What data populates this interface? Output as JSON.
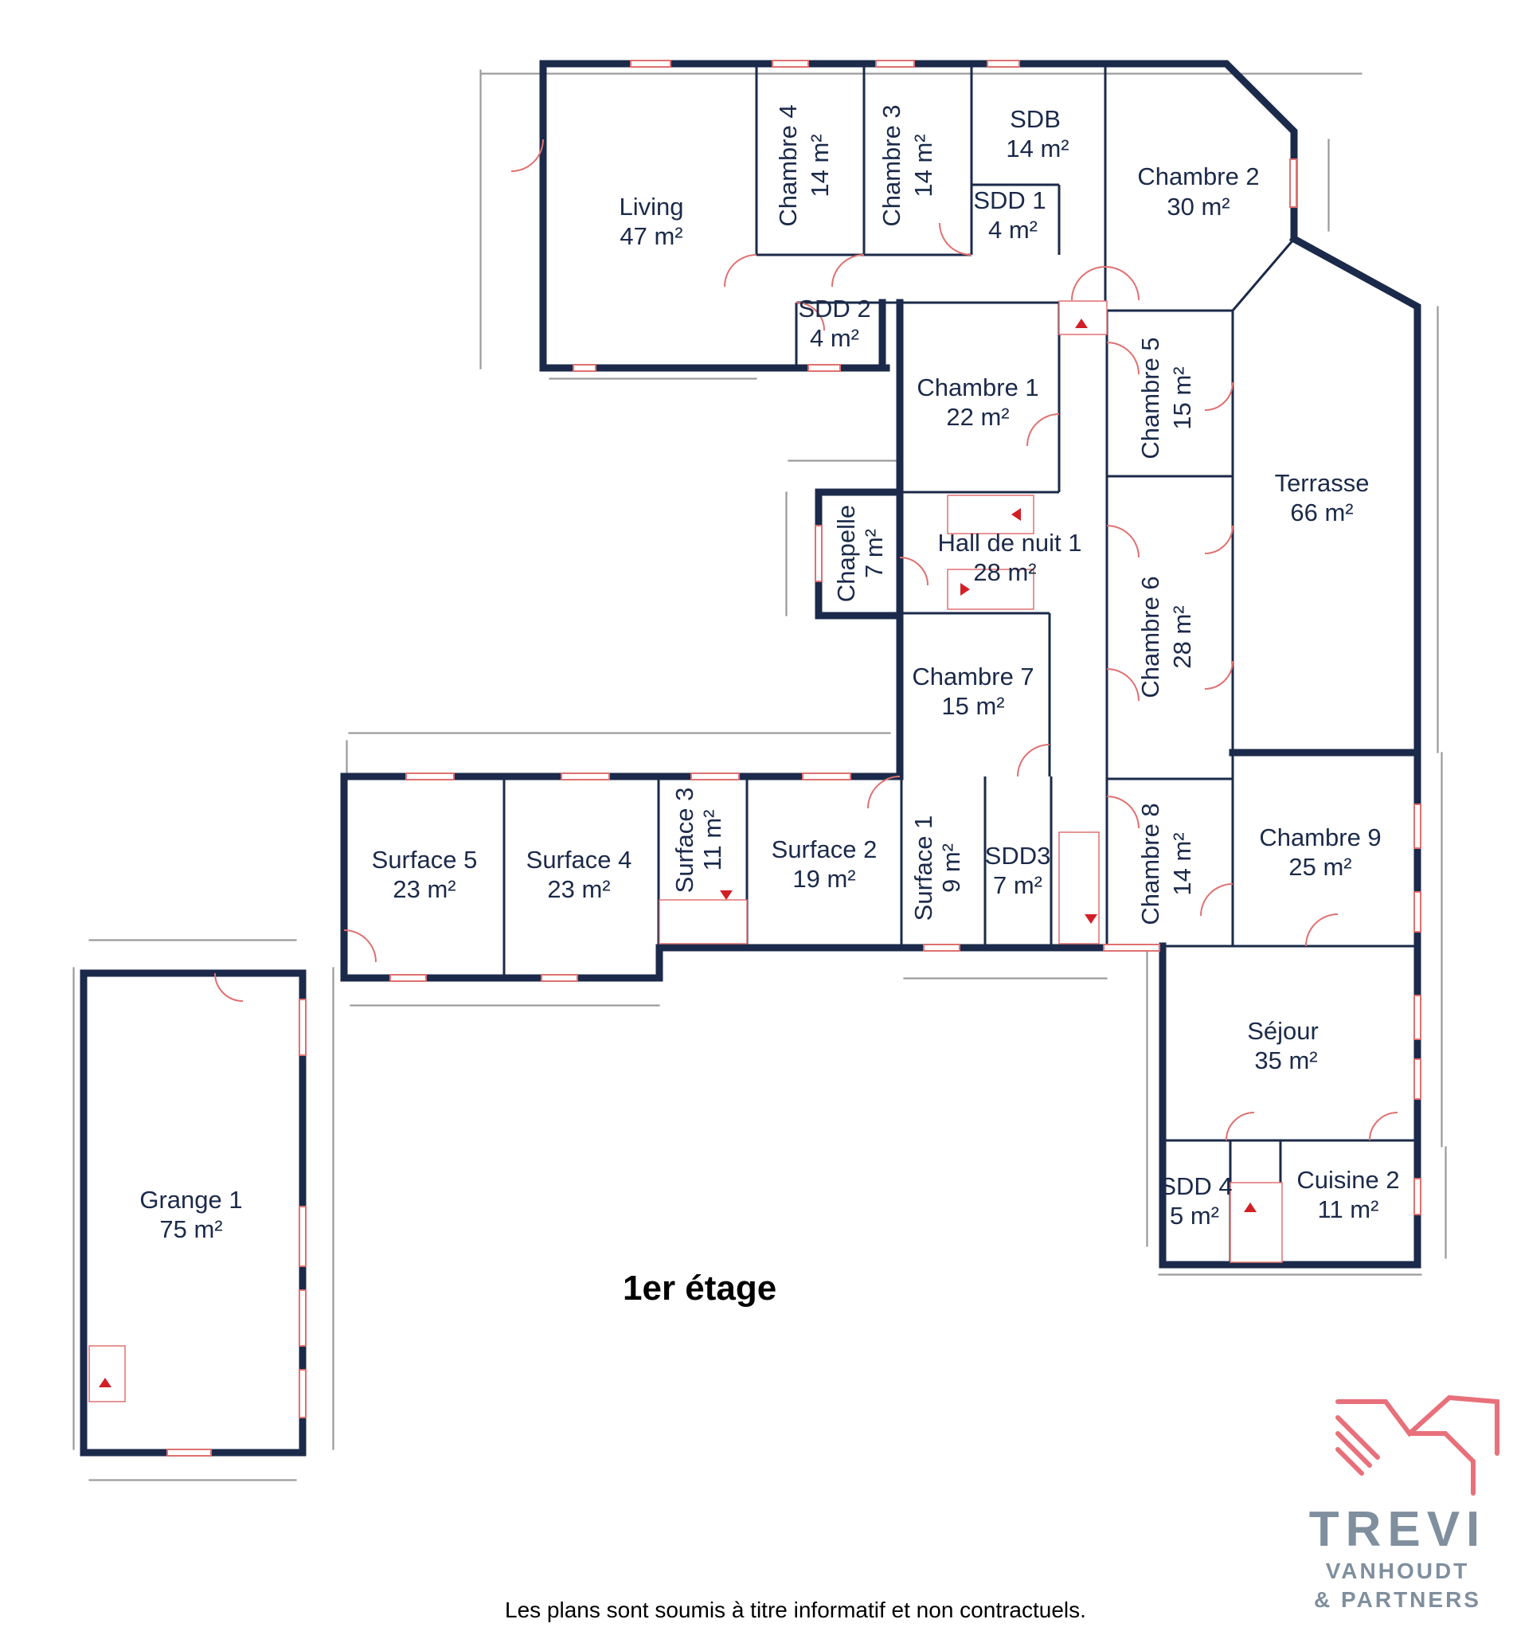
{
  "floor_title": "1er étage",
  "disclaimer": "Les plans sont soumis à titre informatif et non contractuels.",
  "brand": {
    "name": "TREVI",
    "line1": "VANHOUDT",
    "line2": "& PARTNERS",
    "accent_color": "#e8707a",
    "text_color": "#7f8f9e"
  },
  "colors": {
    "wall": "#1b2a4a",
    "fixture": "#e07070",
    "stair_arrow": "#d21f26"
  },
  "rooms": [
    {
      "id": "living",
      "name": "Living",
      "area": "47 m²"
    },
    {
      "id": "chambre4",
      "name": "Chambre 4",
      "area": "14 m²"
    },
    {
      "id": "chambre3",
      "name": "Chambre 3",
      "area": "14 m²"
    },
    {
      "id": "sdb",
      "name": "SDB",
      "area": "14 m²"
    },
    {
      "id": "sdd1",
      "name": "SDD 1",
      "area": "4 m²"
    },
    {
      "id": "chambre2",
      "name": "Chambre 2",
      "area": "30 m²"
    },
    {
      "id": "sdd2",
      "name": "SDD 2",
      "area": "4 m²"
    },
    {
      "id": "chambre1",
      "name": "Chambre 1",
      "area": "22 m²"
    },
    {
      "id": "chambre5",
      "name": "Chambre 5",
      "area": "15 m²"
    },
    {
      "id": "terrasse",
      "name": "Terrasse",
      "area": "66 m²"
    },
    {
      "id": "chapelle",
      "name": "Chapelle",
      "area": "7 m²"
    },
    {
      "id": "halldenuit1",
      "name": "Hall de nuit 1",
      "area": "28 m²"
    },
    {
      "id": "chambre6",
      "name": "Chambre 6",
      "area": "28 m²"
    },
    {
      "id": "chambre7",
      "name": "Chambre 7",
      "area": "15 m²"
    },
    {
      "id": "surface5",
      "name": "Surface 5",
      "area": "23 m²"
    },
    {
      "id": "surface4",
      "name": "Surface 4",
      "area": "23 m²"
    },
    {
      "id": "surface3",
      "name": "Surface 3",
      "area": "11 m²"
    },
    {
      "id": "surface2",
      "name": "Surface 2",
      "area": "19 m²"
    },
    {
      "id": "surface1",
      "name": "Surface 1",
      "area": "9 m²"
    },
    {
      "id": "sdd3",
      "name": "SDD3",
      "area": "7 m²"
    },
    {
      "id": "chambre8",
      "name": "Chambre 8",
      "area": "14 m²"
    },
    {
      "id": "chambre9",
      "name": "Chambre 9",
      "area": "25 m²"
    },
    {
      "id": "sejour",
      "name": "Séjour",
      "area": "35 m²"
    },
    {
      "id": "sdd4",
      "name": "SDD 4",
      "area": "5 m²"
    },
    {
      "id": "cuisine2",
      "name": "Cuisine 2",
      "area": "11 m²"
    },
    {
      "id": "grange1",
      "name": "Grange 1",
      "area": "75 m²"
    }
  ]
}
